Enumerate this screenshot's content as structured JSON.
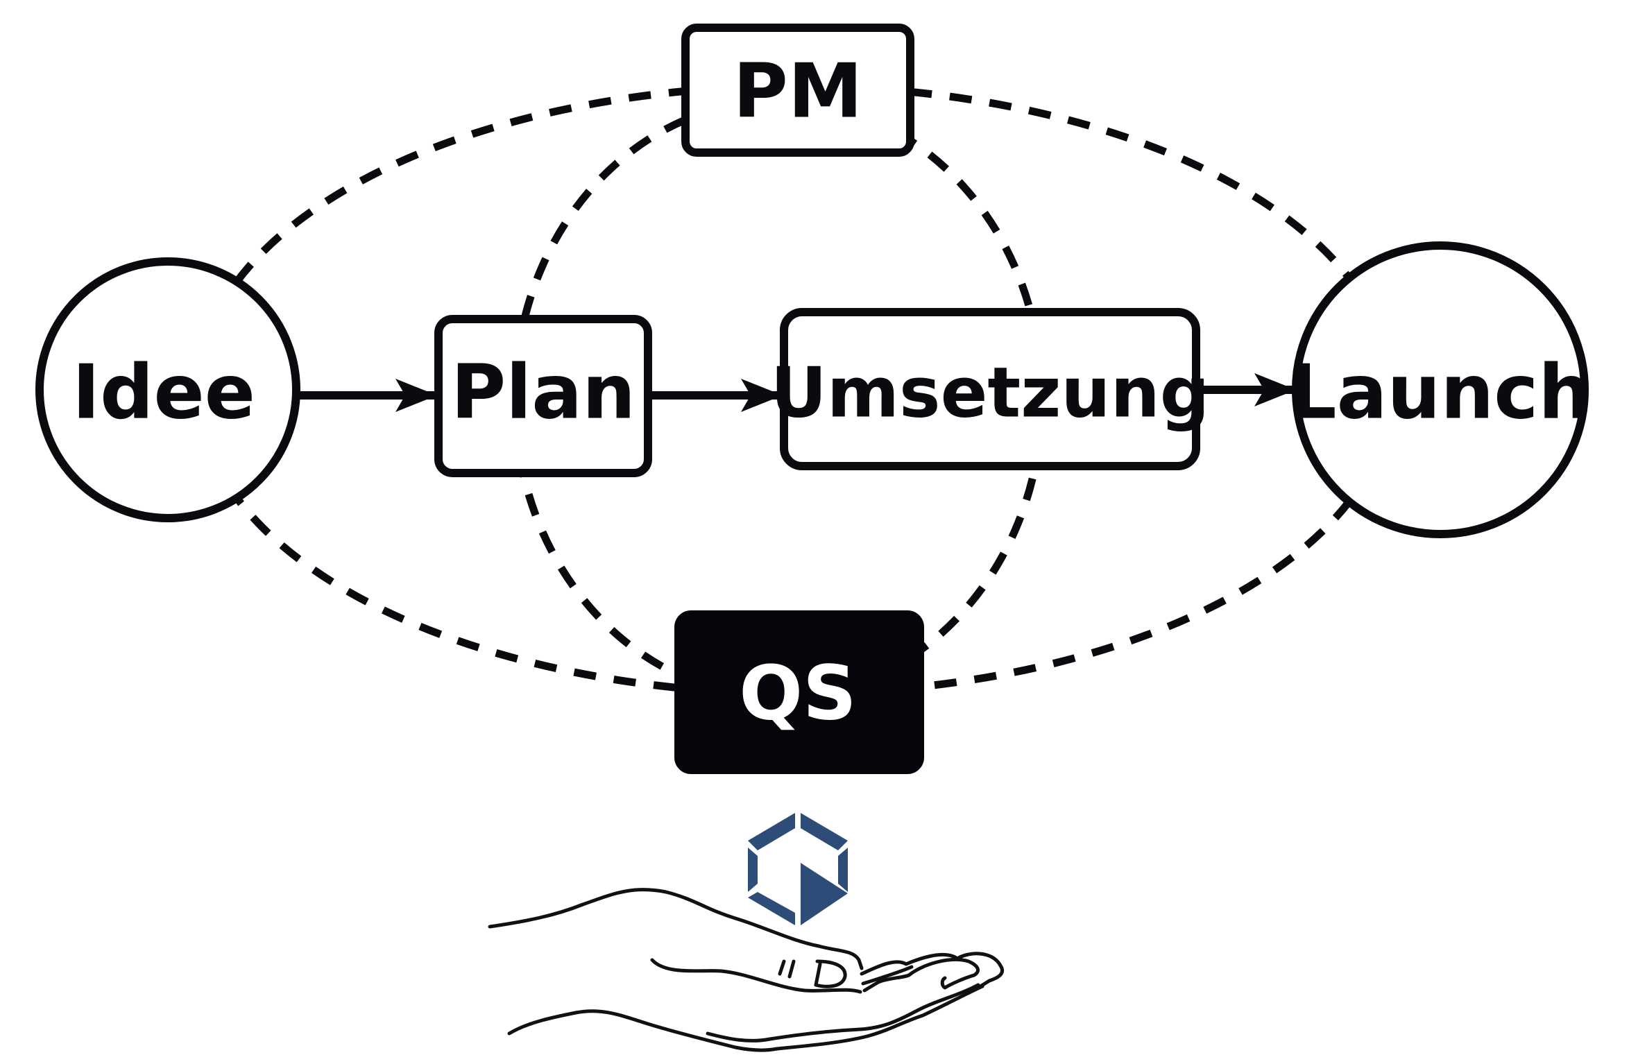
{
  "diagram": {
    "nodes": {
      "idee": {
        "label": "Idee",
        "shape": "circle"
      },
      "plan": {
        "label": "Plan",
        "shape": "rounded-rect"
      },
      "umsetzung": {
        "label": "Umsetzung",
        "shape": "rounded-rect"
      },
      "launch": {
        "label": "Launch",
        "shape": "circle"
      },
      "pm": {
        "label": "PM",
        "shape": "rounded-rect"
      },
      "qs": {
        "label": "QS",
        "shape": "rounded-rect-filled"
      }
    },
    "flow_edges": [
      {
        "from": "idee",
        "to": "plan",
        "style": "solid-arrow"
      },
      {
        "from": "plan",
        "to": "umsetzung",
        "style": "solid-arrow"
      },
      {
        "from": "umsetzung",
        "to": "launch",
        "style": "solid-arrow"
      }
    ],
    "oversight_loops": [
      {
        "name": "outer-ellipse",
        "connects": [
          "idee",
          "pm",
          "launch",
          "qs"
        ],
        "style": "dashed"
      },
      {
        "name": "inner-ellipse",
        "connects": [
          "plan",
          "pm",
          "umsetzung",
          "qs"
        ],
        "style": "dashed"
      }
    ]
  },
  "logo": {
    "icon": "hexagon-cube-logo-icon",
    "hand_icon": "open-palm-hand-icon"
  },
  "colors": {
    "ink": "#0b0b0f",
    "qs_fill": "#05060c",
    "logo_blue": "#2d4d78",
    "background": "#ffffff"
  }
}
